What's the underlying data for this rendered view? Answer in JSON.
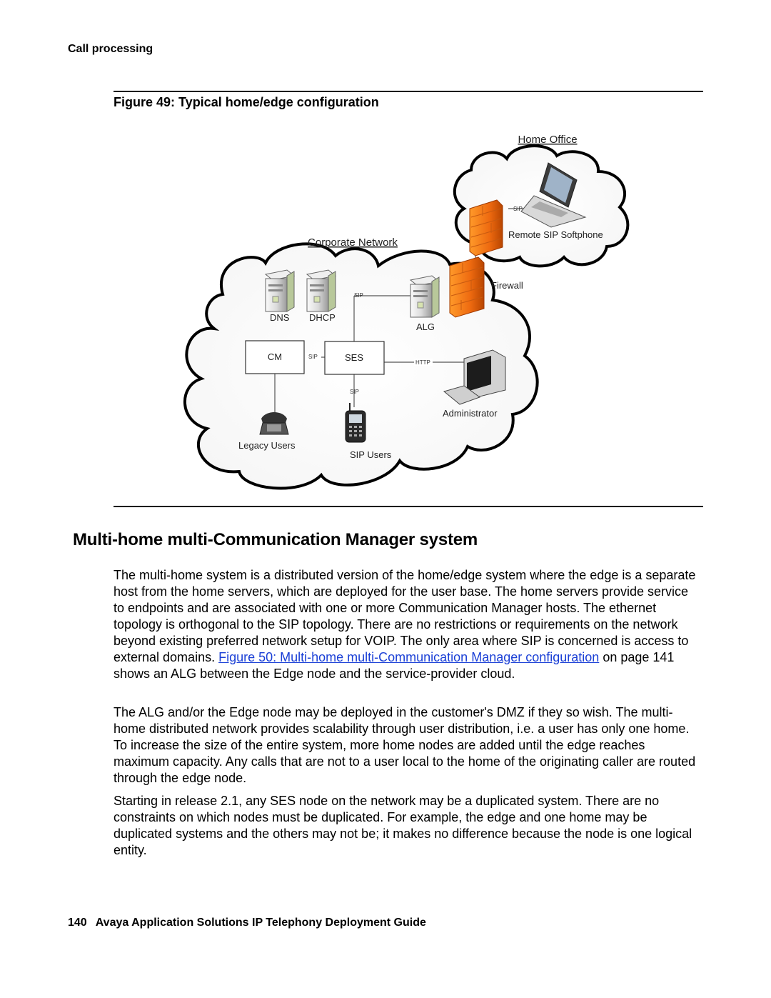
{
  "header": {
    "running_head": "Call processing"
  },
  "figure": {
    "caption": "Figure 49: Typical home/edge configuration",
    "labels": {
      "home_office": "Home Office",
      "corporate_network": "Corporate Network",
      "remote_sip_softphone": "Remote SIP Softphone",
      "firewall": "Firewall",
      "dns": "DNS",
      "dhcp": "DHCP",
      "alg": "ALG",
      "cm": "CM",
      "ses": "SES",
      "administrator": "Administrator",
      "legacy_users": "Legacy Users",
      "sip_users": "SIP Users",
      "sip_link_softphone": "SIP",
      "sip_link_alg": "SIP",
      "sip_link_cm_ses": "SIP",
      "http_link": "HTTP",
      "sip_link_users": "SIP"
    }
  },
  "section": {
    "title": "Multi-home multi-Communication Manager system",
    "p1_text": "The multi-home system is a distributed version of the home/edge system where the edge is a separate host from the home servers, which are deployed for the user base. The home servers provide service to endpoints and are associated with one or more Communication Manager hosts. The ethernet topology is orthogonal to the SIP topology. There are no restrictions or requirements on the network beyond existing preferred network setup for VOIP.   The only area where SIP is concerned is access to external domains. ",
    "p1_link": "Figure 50:  Multi-home multi-Communication Manager configuration",
    "p1_after": " on page 141 shows an ALG between the Edge node and the service-provider cloud.",
    "p2": "The ALG and/or the Edge node may be deployed in the customer's DMZ if they so wish. The multi-home distributed network provides scalability through user distribution, i.e. a user has only one home. To increase the size of the entire system, more home nodes are added until the edge reaches maximum capacity. Any calls that are not to a user local to the home of the originating caller are routed through the edge node.",
    "p3": "Starting in release 2.1, any SES node on the network may be a duplicated system. There are no constraints on which nodes must be duplicated. For example, the edge and one home may be duplicated systems and the others may not be; it makes no difference because the node is one logical entity."
  },
  "footer": {
    "page_number": "140",
    "title": "Avaya Application Solutions IP Telephony Deployment Guide"
  }
}
